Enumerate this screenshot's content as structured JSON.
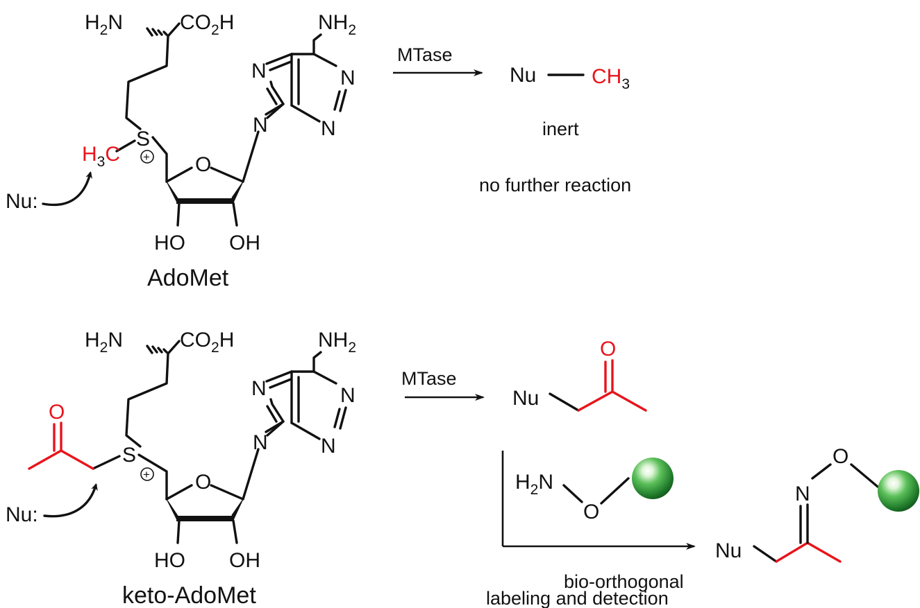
{
  "atoms": {
    "h2n": "H2N",
    "co2h": "CO2H",
    "nh2": "NH2",
    "n": "N",
    "s": "S",
    "o": "O",
    "ho": "HO",
    "oh": "OH",
    "ch3_h3c": "H3C",
    "nu_colon": "Nu:",
    "nu": "Nu",
    "ch3": "CH3",
    "plus": "+"
  },
  "top": {
    "compound_name": "AdoMet",
    "enzyme": "MTase",
    "product_note": "inert",
    "outcome": "no further reaction"
  },
  "bottom": {
    "compound_name": "keto-AdoMet",
    "enzyme": "MTase",
    "reagent": "H2N–O–(bead)",
    "caption_line1": "bio-orthogonal",
    "caption_line2": "labeling and detection"
  },
  "colors": {
    "highlight": "#e8141b",
    "bead": "#2e9e3a",
    "ink": "#111111"
  }
}
